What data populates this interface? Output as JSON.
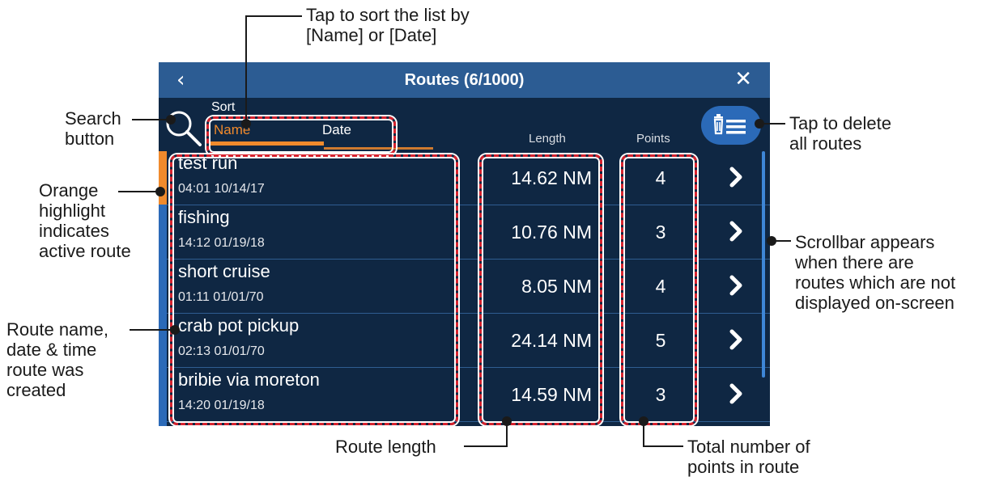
{
  "screen": {
    "title": "Routes (6/1000)",
    "back_glyph": "‹",
    "close_glyph": "✕",
    "sort_label": "Sort",
    "sort_tabs": [
      {
        "label": "Name",
        "active": true
      },
      {
        "label": "Date",
        "active": false
      }
    ],
    "columns": {
      "length": "Length",
      "points": "Points"
    },
    "search_icon": "search-icon",
    "delete_icon": "trash-list-icon",
    "routes": [
      {
        "name": "test run",
        "datetime": "04:01 10/14/17",
        "length": "14.62 NM",
        "points": "4",
        "active": true
      },
      {
        "name": "fishing",
        "datetime": "14:12 01/19/18",
        "length": "10.76 NM",
        "points": "3",
        "active": false
      },
      {
        "name": "short cruise",
        "datetime": "01:11 01/01/70",
        "length": "8.05 NM",
        "points": "4",
        "active": false
      },
      {
        "name": "crab pot pickup",
        "datetime": "02:13 01/01/70",
        "length": "24.14 NM",
        "points": "5",
        "active": false
      },
      {
        "name": "bribie via moreton",
        "datetime": "14:20 01/19/18",
        "length": "14.59 NM",
        "points": "3",
        "active": false
      }
    ],
    "colors": {
      "background": "#0f2743",
      "titlebar": "#2c5c93",
      "accent_orange": "#f08a2c",
      "button_blue": "#2b6ab8",
      "divider": "#2f5d91"
    }
  },
  "callouts": {
    "sort": [
      "Tap to sort the list by",
      "[Name] or [Date]"
    ],
    "search": [
      "Search",
      "button"
    ],
    "delete": [
      "Tap to delete",
      "all routes"
    ],
    "orange": [
      "Orange",
      "highlight",
      "indicates",
      "active route"
    ],
    "scrollbar": [
      "Scrollbar appears",
      "when there are",
      "routes which are not",
      "displayed on-screen"
    ],
    "route_name": [
      "Route name,",
      "date & time",
      "route was",
      "created"
    ],
    "route_length": [
      "Route length"
    ],
    "total_points": [
      "Total number of",
      "points in route"
    ],
    "highlight_color": "#d7232e"
  }
}
